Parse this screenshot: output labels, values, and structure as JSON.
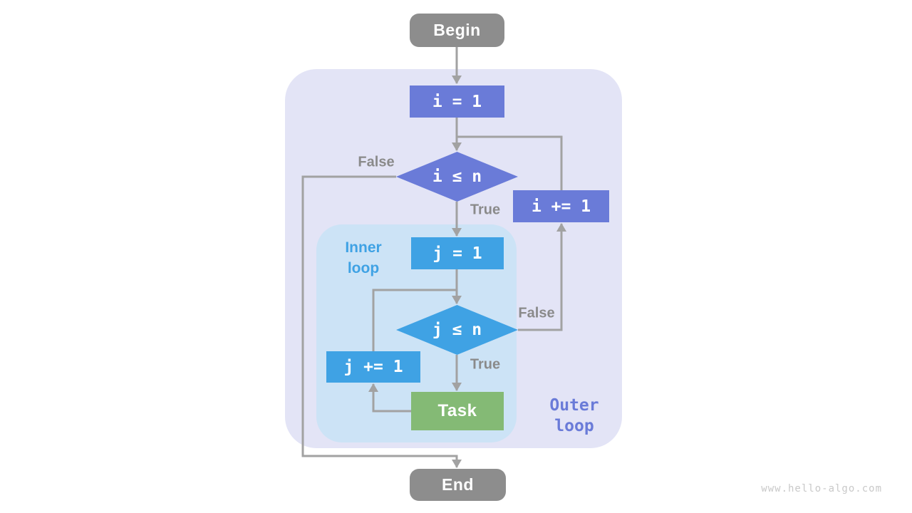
{
  "diagram": {
    "nodes": {
      "begin": "Begin",
      "i_init": "i = 1",
      "i_cond": "i ≤ n",
      "i_inc": "i += 1",
      "j_init": "j = 1",
      "j_cond": "j ≤ n",
      "j_inc": "j += 1",
      "task": "Task",
      "end": "End"
    },
    "edge_labels": {
      "outer_false": "False",
      "outer_true": "True",
      "inner_false": "False",
      "inner_true": "True"
    },
    "regions": {
      "inner": "Inner\nloop",
      "outer": "Outer\nloop"
    },
    "watermark": "www.hello-algo.com",
    "colors": {
      "outer_region": "#e3e4f6",
      "inner_region": "#cce3f6",
      "purple_node": "#6a7bd8",
      "blue_node": "#3fa2e4",
      "green_node": "#84ba75",
      "terminal_node": "#8d8d8d",
      "arrow": "#a2a2a2",
      "edge_label_text": "#8a8a8a",
      "inner_label_text": "#3fa2e4",
      "outer_label_text": "#6a7bd8",
      "watermark_text": "#c9c9c9"
    }
  }
}
